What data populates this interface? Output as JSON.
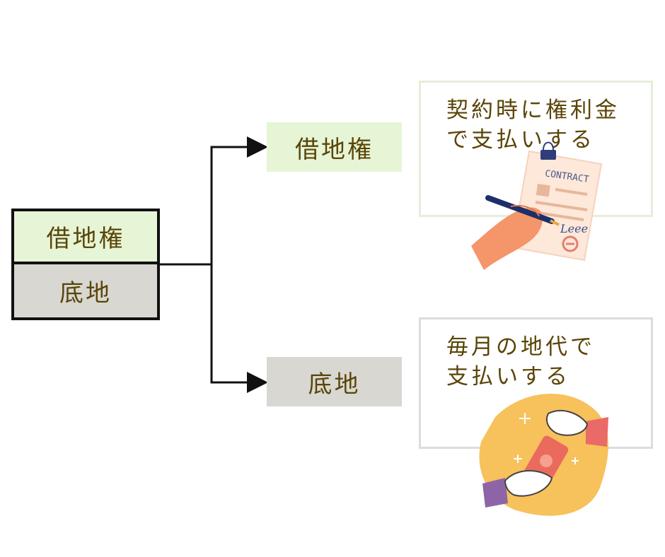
{
  "stack": {
    "top_label": "借地権",
    "bottom_label": "底地"
  },
  "branches": {
    "shakuchiken": "借地権",
    "sokochi": "底地"
  },
  "notes": {
    "contract": {
      "line1": "契約時に権利金",
      "line2": "で支払いする",
      "paper_label": "CONTRACT",
      "signature": "Leee"
    },
    "rent": {
      "line1": "毎月の地代で",
      "line2": "支払いする"
    }
  },
  "colors": {
    "green": "#e6f5d6",
    "gray": "#d8d7d2",
    "text": "#5a4508",
    "line": "#111111"
  }
}
